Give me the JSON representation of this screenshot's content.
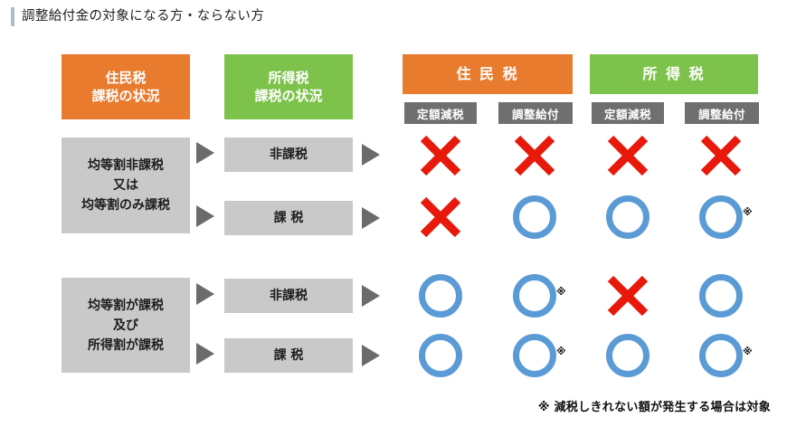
{
  "page": {
    "title": "調整給付金の対象になる方・ならない方",
    "accent_color": "#a9c0cc",
    "background": "#ffffff"
  },
  "colors": {
    "orange": "#e87b2e",
    "green": "#7dc24b",
    "gray_box": "#c9c9c9",
    "dark_gray": "#6f6f6f",
    "arrow": "#6b6b6b",
    "circle_blue": "#5b9bd5",
    "cross_red": "#e8190a"
  },
  "headers": {
    "resident_tax": {
      "line1": "住民税",
      "line2": "課税の状況"
    },
    "income_tax": {
      "line1": "所得税",
      "line2": "課税の状況"
    },
    "result_groups": [
      {
        "label": "住 民 税",
        "color": "#e87b2e",
        "columns": [
          "定額減税",
          "調整給付"
        ]
      },
      {
        "label": "所 得 税",
        "color": "#7dc24b",
        "columns": [
          "定額減税",
          "調整給付"
        ]
      }
    ]
  },
  "row_groups": [
    {
      "condition": {
        "line1": "均等割非課税",
        "line2": "又は",
        "line3": "均等割のみ課税"
      },
      "rows": [
        {
          "income_status": "非課税",
          "results": [
            {
              "mark": "cross",
              "note": false
            },
            {
              "mark": "cross",
              "note": false
            },
            {
              "mark": "cross",
              "note": false
            },
            {
              "mark": "cross",
              "note": false
            }
          ]
        },
        {
          "income_status": "課 税",
          "results": [
            {
              "mark": "cross",
              "note": false
            },
            {
              "mark": "circle",
              "note": false
            },
            {
              "mark": "circle",
              "note": false
            },
            {
              "mark": "circle",
              "note": true
            }
          ]
        }
      ]
    },
    {
      "condition": {
        "line1": "均等割が課税",
        "line2": "及び",
        "line3": "所得割が課税"
      },
      "rows": [
        {
          "income_status": "非課税",
          "results": [
            {
              "mark": "circle",
              "note": false
            },
            {
              "mark": "circle",
              "note": true
            },
            {
              "mark": "cross",
              "note": false
            },
            {
              "mark": "circle",
              "note": false
            }
          ]
        },
        {
          "income_status": "課 税",
          "results": [
            {
              "mark": "circle",
              "note": false
            },
            {
              "mark": "circle",
              "note": true
            },
            {
              "mark": "circle",
              "note": false
            },
            {
              "mark": "circle",
              "note": true
            }
          ]
        }
      ]
    }
  ],
  "note_symbol": "※",
  "footnote": "※ 減税しきれない額が発生する場合は対象"
}
